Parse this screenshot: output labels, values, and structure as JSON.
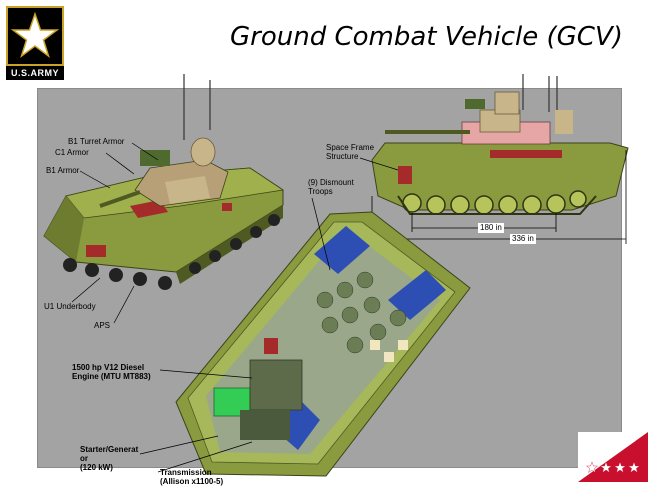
{
  "header": {
    "title": "Ground Combat Vehicle (GCV)",
    "logo_text": "U.S.ARMY"
  },
  "labels": {
    "b1_turret_armor": "B1 Turret Armor",
    "c1_armor": "C1 Armor",
    "b1_armor": "B1 Armor",
    "u1_underbody": "U1 Underbody",
    "aps": "APS",
    "space_frame": "Space Frame\nStructure",
    "dismount_troops": "(9) Dismount\nTroops",
    "engine": "1500 hp V12 Diesel\nEngine (MTU MT883)",
    "starter": "Starter/Generat\nor\n(120 kW)",
    "transmission": "Transmission\n(Allison x1100-5)"
  },
  "dimensions": {
    "track_length": "180 in",
    "overall_length": "336 in"
  },
  "colors": {
    "panel": "#a3a3a3",
    "hull_green": "#8a9a3f",
    "hull_dark": "#5e6b2a",
    "armor_red": "#a52a2a",
    "turret_tan": "#c9b58a",
    "interior_blue": "#2d4fb3",
    "army_gold": "#c9a227",
    "flag_red": "#c8102e"
  }
}
